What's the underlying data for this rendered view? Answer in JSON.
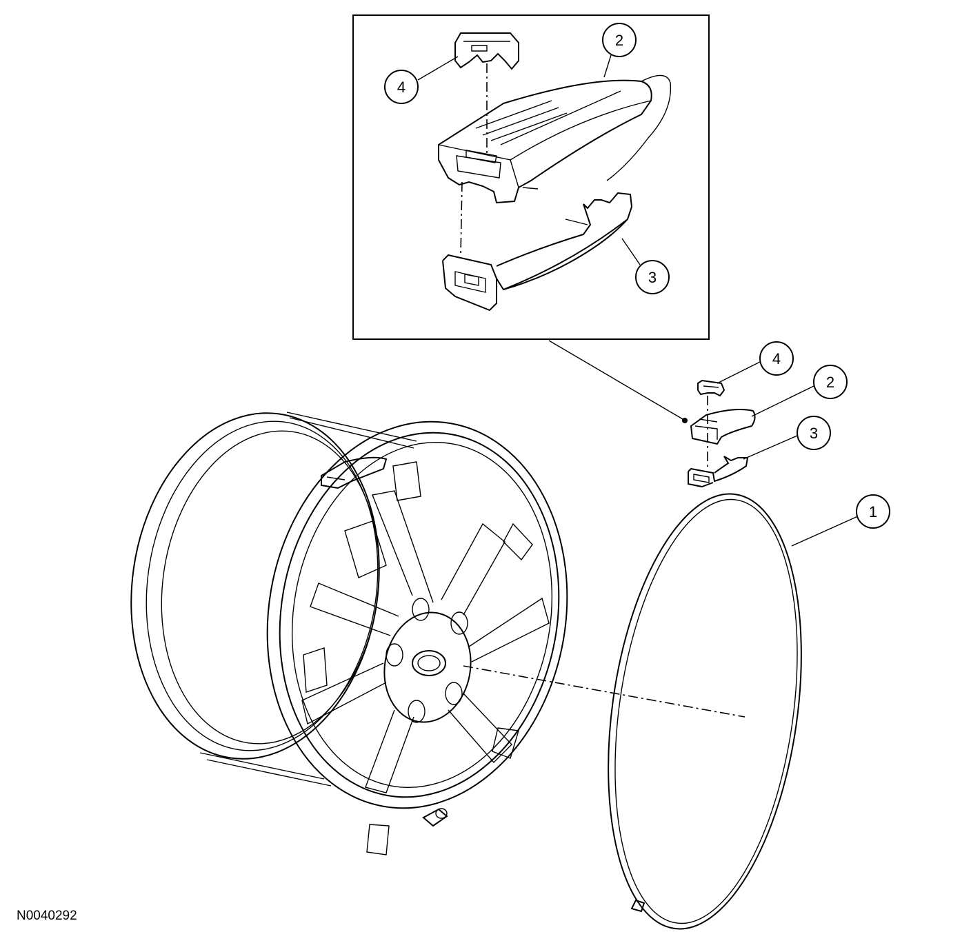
{
  "figure_id": "N0040292",
  "callouts": {
    "inset_4": "4",
    "inset_2": "2",
    "inset_3": "3",
    "main_4": "4",
    "main_2": "2",
    "main_3": "3",
    "main_1": "1"
  }
}
